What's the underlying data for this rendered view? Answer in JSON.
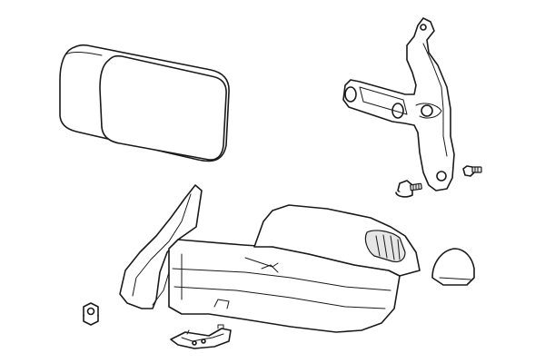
{
  "diagram": {
    "parts": [
      {
        "name": "mirror-glass",
        "icon": "mirror-glass-icon"
      },
      {
        "name": "mounting-bracket",
        "icon": "bracket-icon"
      },
      {
        "name": "bolt",
        "icon": "bolt-icon"
      },
      {
        "name": "screw",
        "icon": "screw-icon"
      },
      {
        "name": "mirror-assembly",
        "icon": "mirror-assembly-icon"
      },
      {
        "name": "mirror-cap",
        "icon": "cap-icon"
      },
      {
        "name": "nut",
        "icon": "nut-icon"
      },
      {
        "name": "wire-harness-connector",
        "icon": "connector-icon"
      }
    ],
    "line_color": "#1a1a1a",
    "background_color": "#ffffff"
  }
}
